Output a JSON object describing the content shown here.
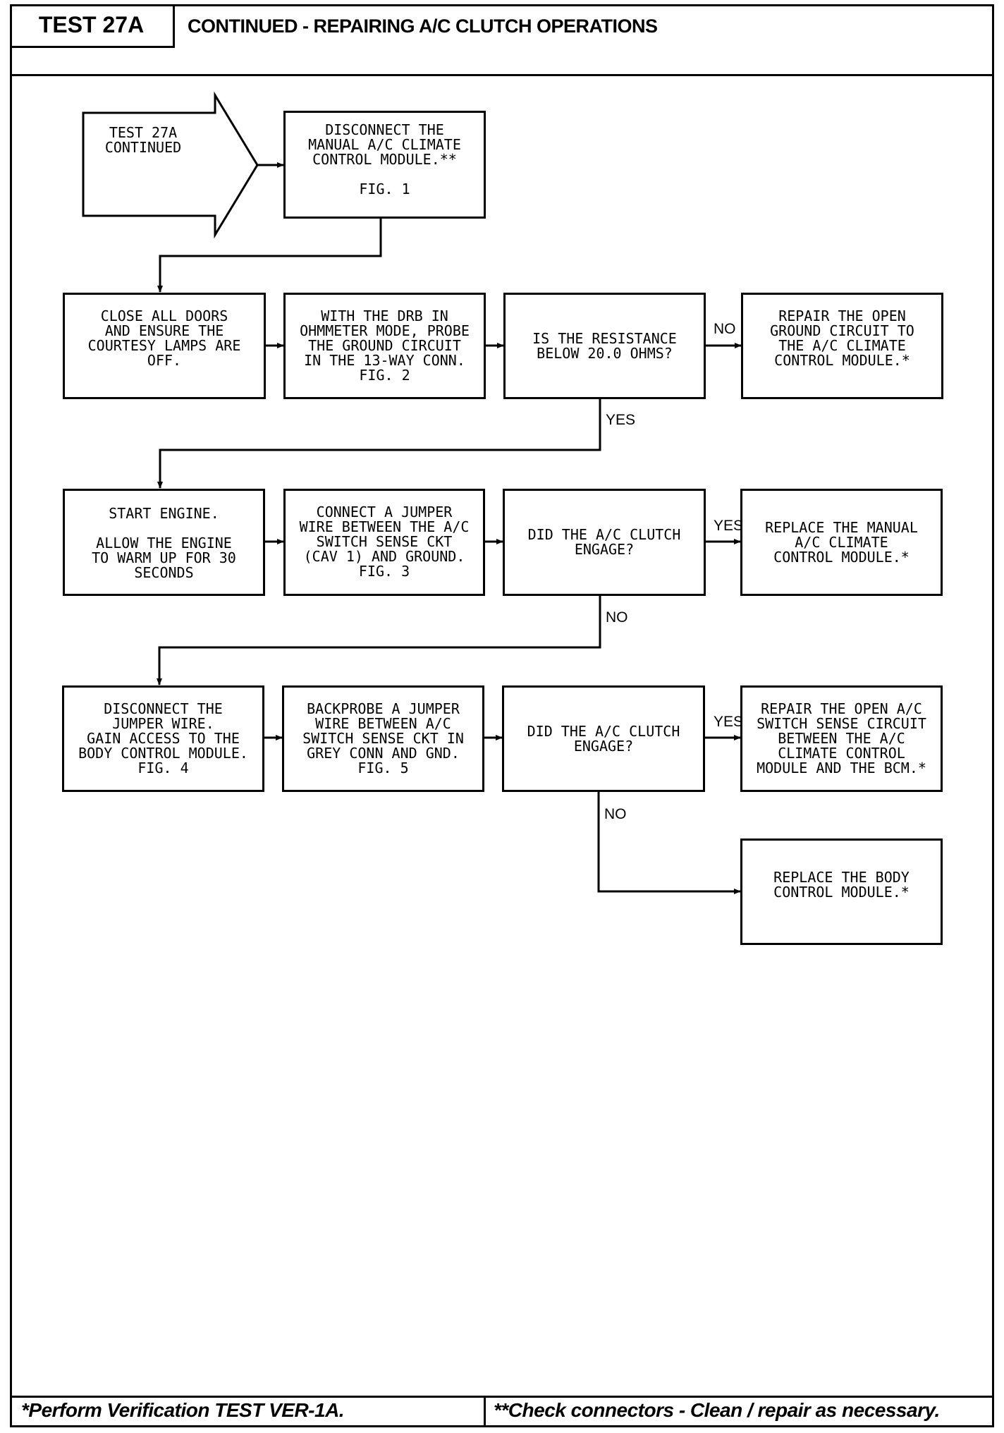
{
  "header": {
    "test_id": "TEST 27A",
    "title": "CONTINUED - REPAIRING A/C CLUTCH OPERATIONS"
  },
  "start": {
    "text": "TEST 27A\nCONTINUED"
  },
  "boxes": {
    "b1": "DISCONNECT THE\nMANUAL A/C CLIMATE\nCONTROL MODULE.**\n\nFIG. 1",
    "b2": "CLOSE ALL DOORS\nAND ENSURE THE\nCOURTESY LAMPS ARE\nOFF.",
    "b3": "WITH THE DRB IN\nOHMMETER MODE, PROBE\nTHE GROUND CIRCUIT\nIN THE 13-WAY CONN.\nFIG. 2",
    "b4": "IS THE RESISTANCE\nBELOW 20.0 OHMS?",
    "b5": "REPAIR THE OPEN\nGROUND CIRCUIT TO\nTHE A/C CLIMATE\nCONTROL MODULE.*",
    "b6": "START ENGINE.\n\nALLOW THE ENGINE\nTO WARM UP FOR 30\nSECONDS",
    "b7": "CONNECT A JUMPER\nWIRE BETWEEN THE A/C\nSWITCH SENSE CKT\n(CAV 1) AND GROUND.\nFIG. 3",
    "b8": "DID THE A/C CLUTCH\nENGAGE?",
    "b9": "REPLACE THE MANUAL\nA/C CLIMATE\nCONTROL MODULE.*",
    "b10": "DISCONNECT THE\nJUMPER WIRE.\nGAIN ACCESS TO THE\nBODY CONTROL MODULE.\nFIG. 4",
    "b11": "BACKPROBE A JUMPER\nWIRE BETWEEN A/C\nSWITCH SENSE CKT IN\nGREY CONN AND GND.\nFIG. 5",
    "b12": "DID THE A/C CLUTCH\nENGAGE?",
    "b13": "REPAIR THE OPEN A/C\nSWITCH SENSE CIRCUIT\nBETWEEN THE A/C\nCLIMATE CONTROL\nMODULE AND THE BCM.*",
    "b14": "REPLACE THE BODY\nCONTROL MODULE.*"
  },
  "labels": {
    "no1": "NO",
    "yes1": "YES",
    "yes2": "YES",
    "no2": "NO",
    "yes3": "YES",
    "no3": "NO"
  },
  "footer": {
    "left": "*Perform Verification TEST VER-1A.",
    "right": "**Check connectors - Clean / repair as necessary."
  }
}
